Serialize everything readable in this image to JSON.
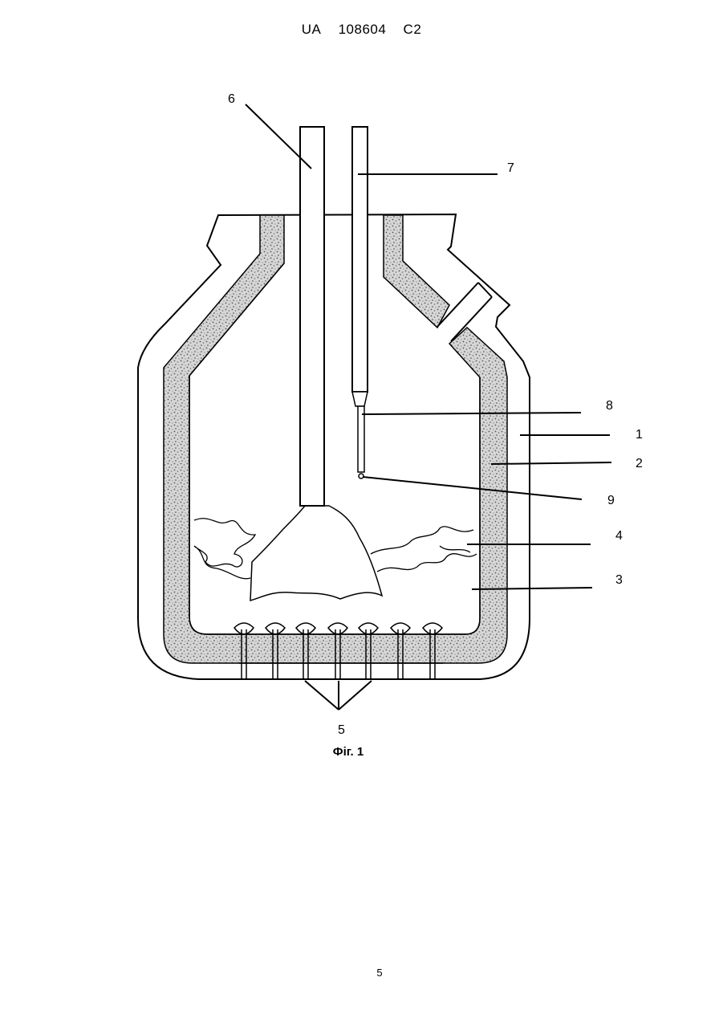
{
  "header": {
    "office": "UA",
    "number": "108604",
    "kind": "C2"
  },
  "figure": {
    "caption": "Фіг. 1",
    "labels": {
      "l1": "1",
      "l2": "2",
      "l3": "3",
      "l4": "4",
      "l5": "5",
      "l6": "6",
      "l7": "7",
      "l8": "8",
      "l9": "9"
    }
  },
  "page_number": "5"
}
